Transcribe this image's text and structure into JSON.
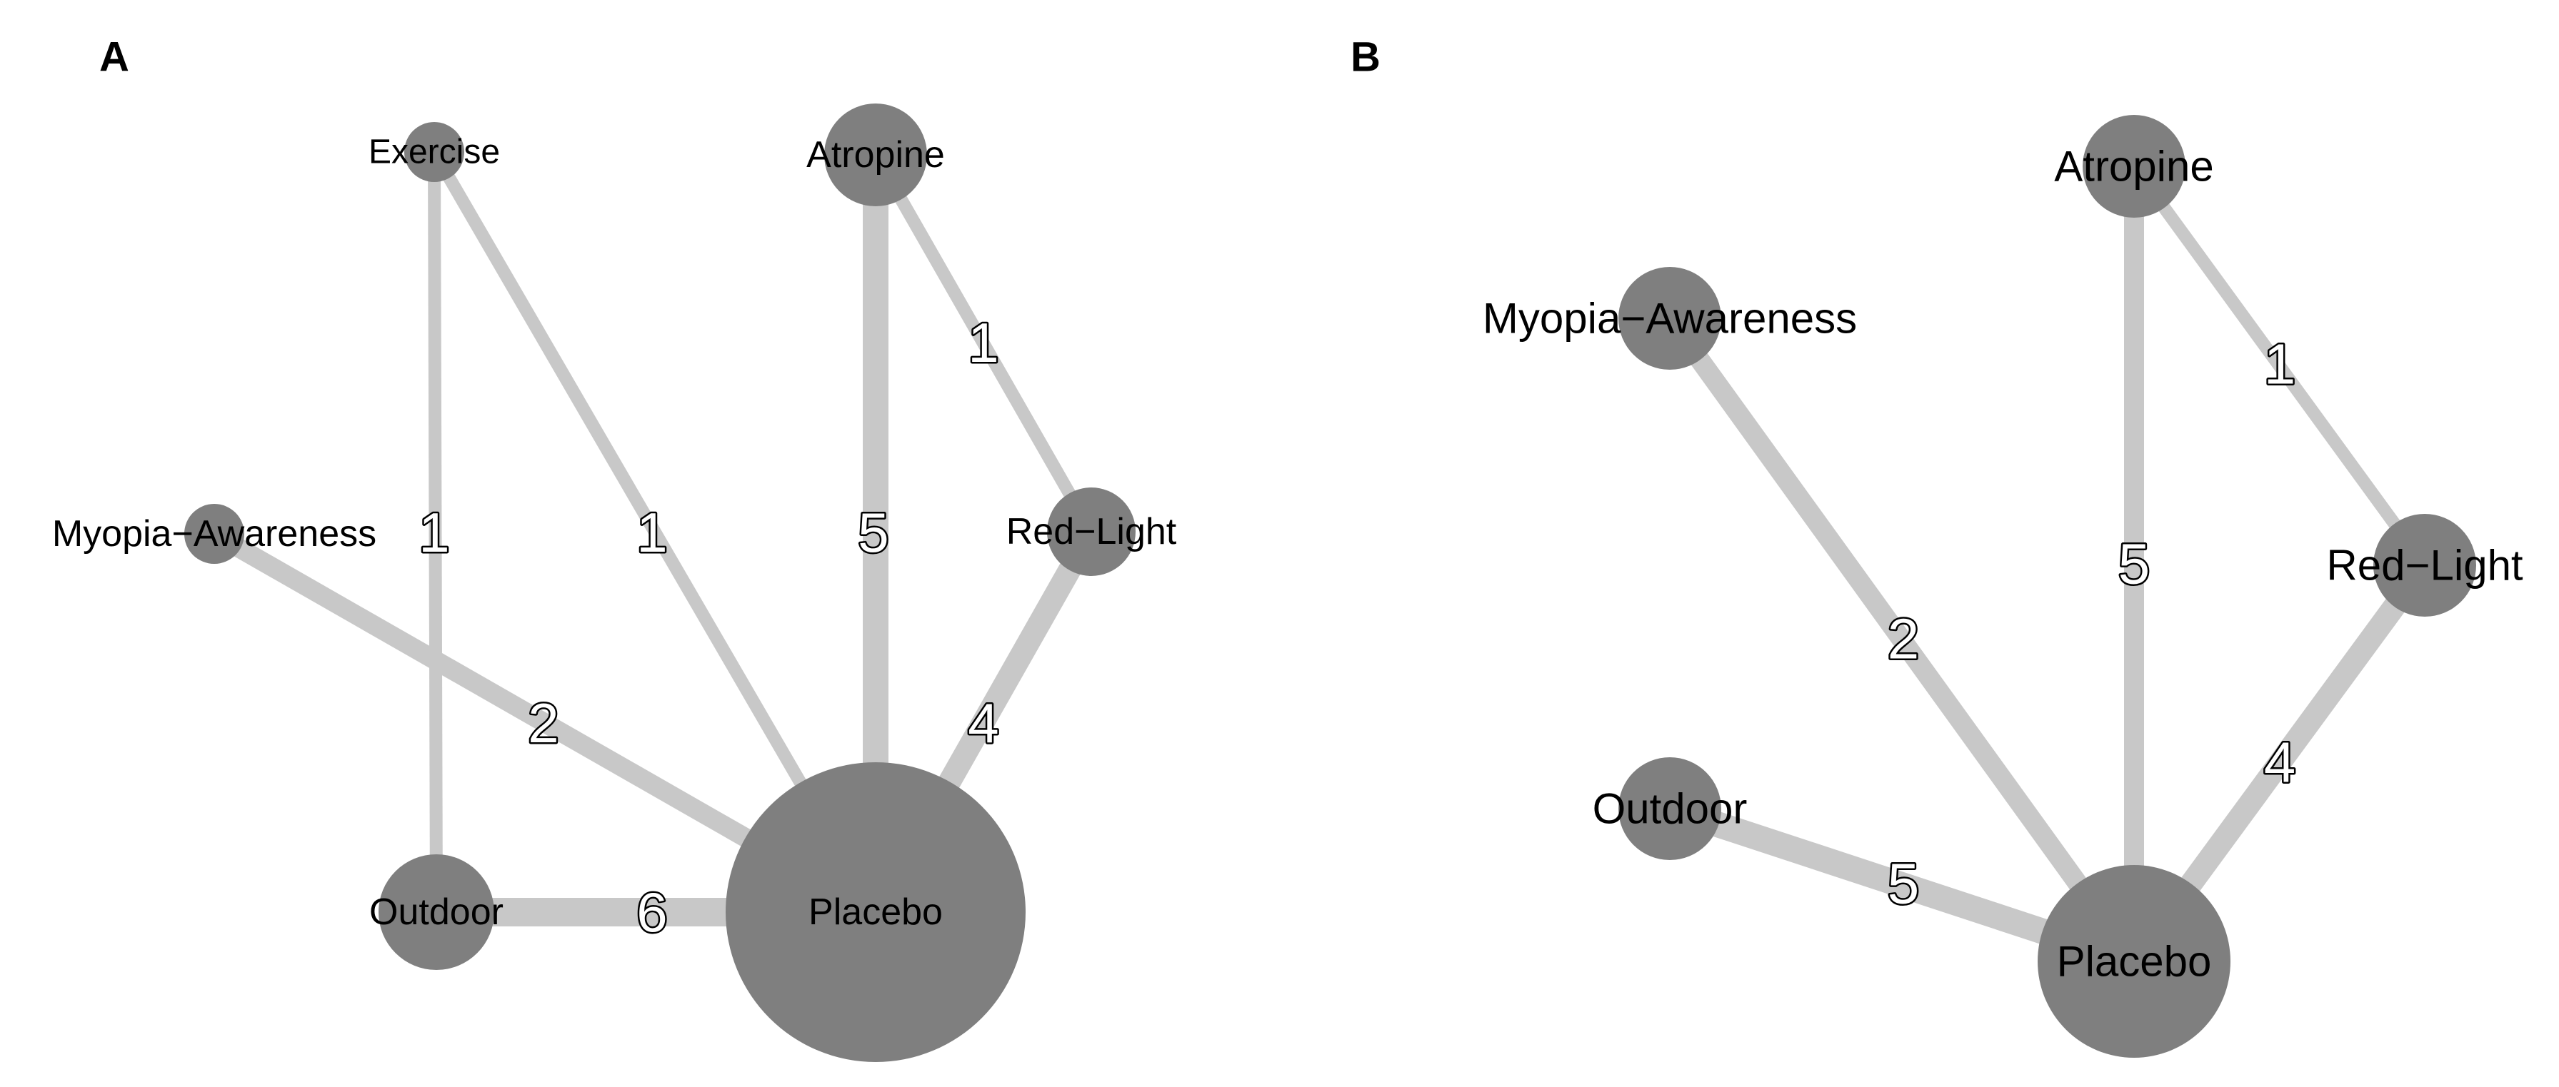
{
  "figure": {
    "colors": {
      "node": "#7f7f7f",
      "edge": "#c8c8c8",
      "edge_label_fill": "#ffffff",
      "edge_label_outline": "#000000",
      "text": "#000000",
      "background": "#ffffff"
    }
  },
  "panels": [
    {
      "label": "A",
      "nodes": [
        {
          "id": "exercise",
          "label": "Exercise"
        },
        {
          "id": "atropine",
          "label": "Atropine"
        },
        {
          "id": "myopia_awareness",
          "label": "Myopia−Awareness"
        },
        {
          "id": "red_light",
          "label": "Red−Light"
        },
        {
          "id": "outdoor",
          "label": "Outdoor"
        },
        {
          "id": "placebo",
          "label": "Placebo"
        }
      ],
      "edges": [
        {
          "from": "exercise",
          "to": "outdoor",
          "label": "1"
        },
        {
          "from": "exercise",
          "to": "placebo",
          "label": "1"
        },
        {
          "from": "atropine",
          "to": "placebo",
          "label": "5"
        },
        {
          "from": "atropine",
          "to": "red_light",
          "label": "1"
        },
        {
          "from": "myopia_awareness",
          "to": "placebo",
          "label": "2"
        },
        {
          "from": "red_light",
          "to": "placebo",
          "label": "4"
        },
        {
          "from": "outdoor",
          "to": "placebo",
          "label": "6"
        }
      ]
    },
    {
      "label": "B",
      "nodes": [
        {
          "id": "atropine",
          "label": "Atropine"
        },
        {
          "id": "myopia_awareness",
          "label": "Myopia−Awareness"
        },
        {
          "id": "red_light",
          "label": "Red−Light"
        },
        {
          "id": "outdoor",
          "label": "Outdoor"
        },
        {
          "id": "placebo",
          "label": "Placebo"
        }
      ],
      "edges": [
        {
          "from": "atropine",
          "to": "placebo",
          "label": "5"
        },
        {
          "from": "atropine",
          "to": "red_light",
          "label": "1"
        },
        {
          "from": "myopia_awareness",
          "to": "placebo",
          "label": "2"
        },
        {
          "from": "red_light",
          "to": "placebo",
          "label": "4"
        },
        {
          "from": "outdoor",
          "to": "placebo",
          "label": "5"
        }
      ]
    }
  ]
}
